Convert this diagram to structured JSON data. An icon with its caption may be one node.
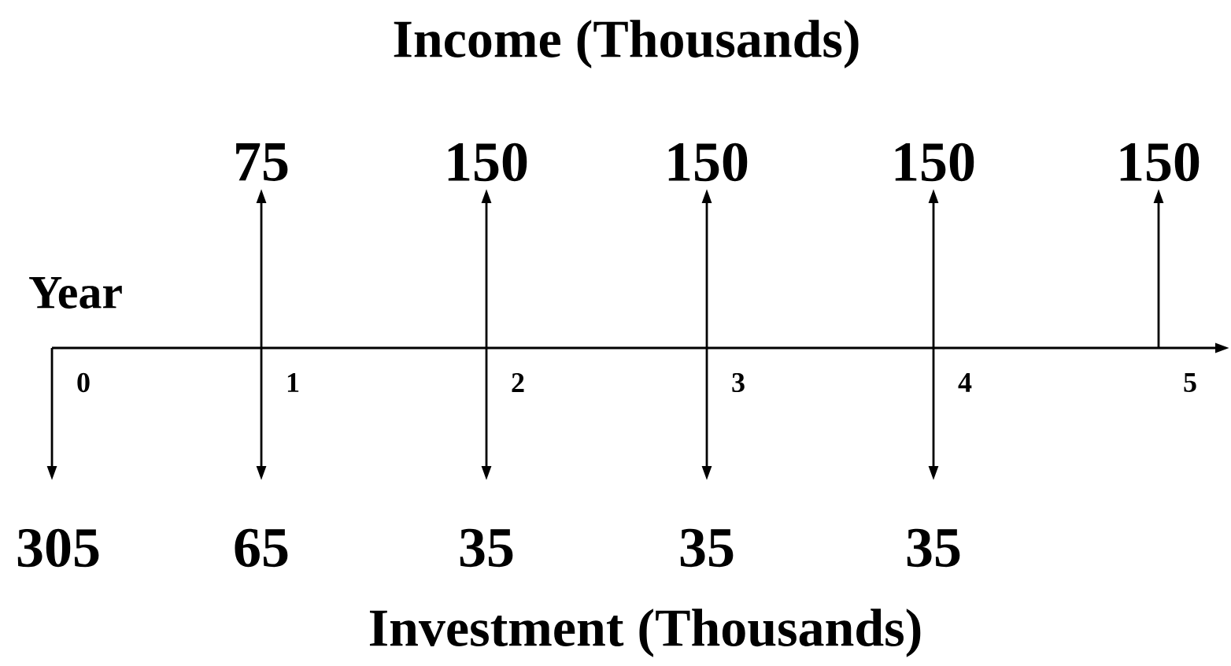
{
  "diagram": {
    "labels": [
      "Income (Thousands)",
      "75",
      "150",
      "150",
      "150",
      "150",
      "Year",
      "0",
      "1",
      "2",
      "3",
      "4",
      "5",
      "305",
      "65",
      "35",
      "35",
      "35",
      "Investment (Thousands)"
    ]
  }
}
